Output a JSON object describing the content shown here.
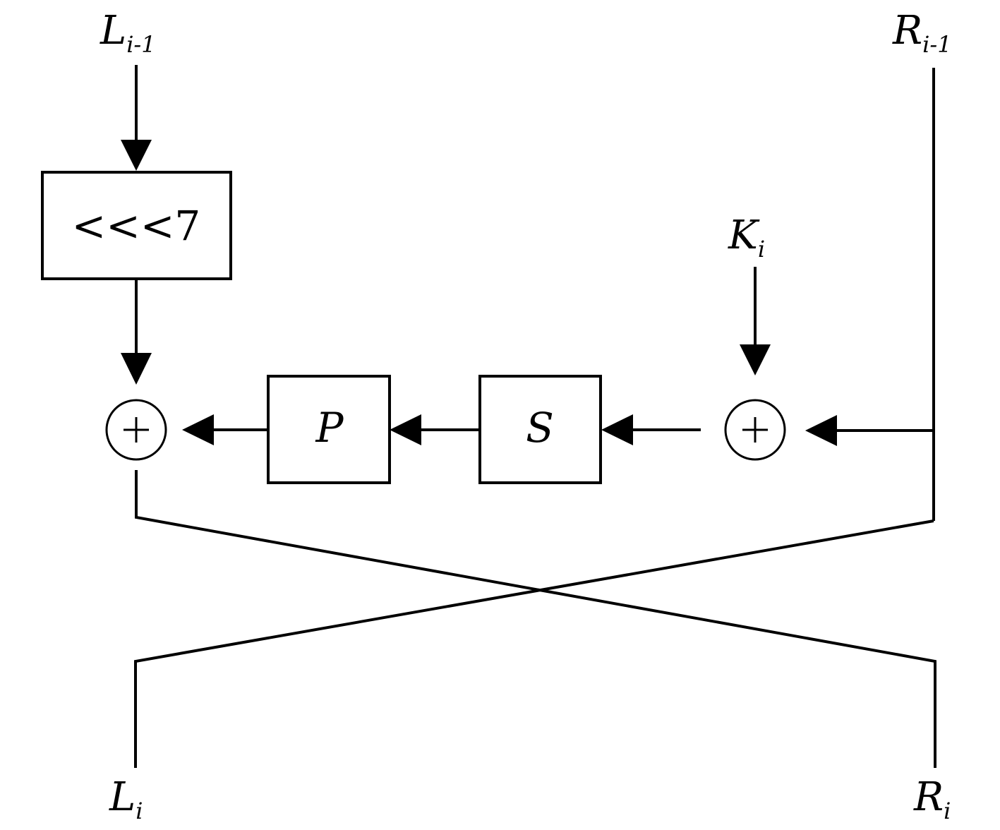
{
  "inputs": {
    "left": {
      "base": "L",
      "subscript": "i-1"
    },
    "right": {
      "base": "R",
      "subscript": "i-1"
    }
  },
  "outputs": {
    "left": {
      "base": "L",
      "subscript": "i"
    },
    "right": {
      "base": "R",
      "subscript": "i"
    }
  },
  "key": {
    "base": "K",
    "subscript": "i"
  },
  "blocks": {
    "rotate": {
      "label": "<<<7"
    },
    "permutation": {
      "label": "P"
    },
    "substitution": {
      "label": "S"
    }
  },
  "xor_symbol": "+",
  "colors": {
    "stroke": "#000000",
    "background": "#ffffff"
  }
}
